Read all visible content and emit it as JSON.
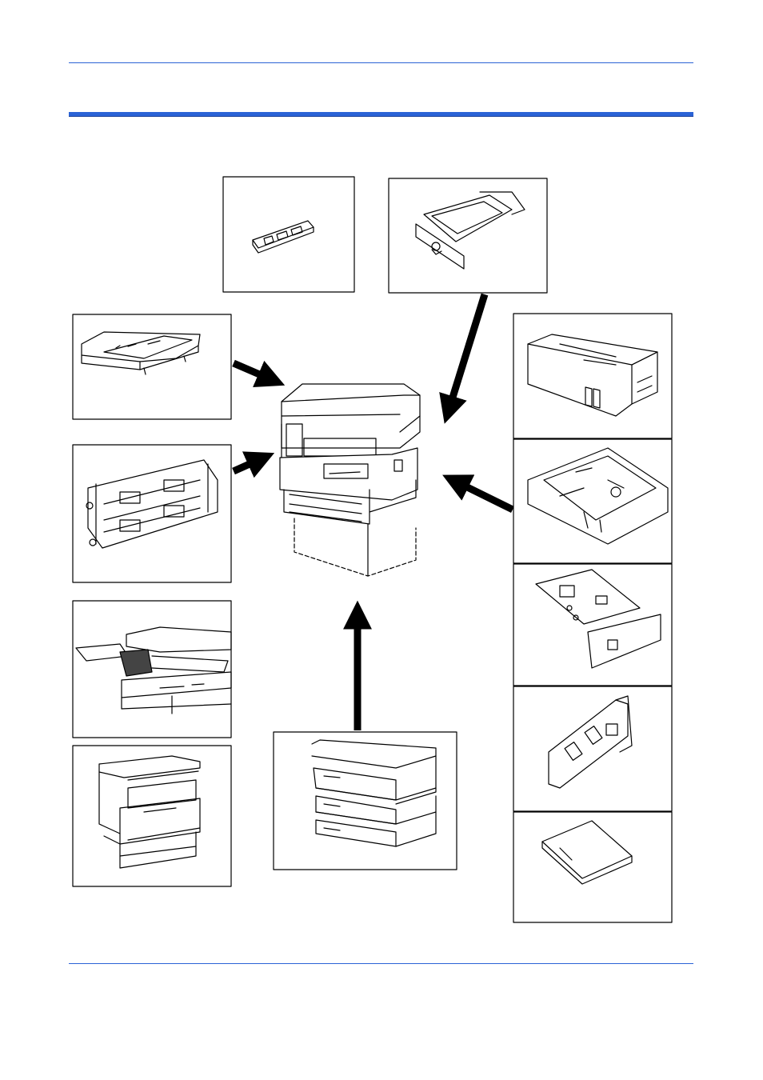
{
  "colors": {
    "accent": "#2b63d6",
    "accent_dark": "#1a3f99",
    "line": "#000000"
  },
  "diagram": {
    "center": {
      "icon": "copier-main-unit-icon"
    },
    "options": [
      {
        "id": "memory-module",
        "icon": "memory-dimm-icon"
      },
      {
        "id": "hard-disk-unit",
        "icon": "hard-disk-icon"
      },
      {
        "id": "document-processor",
        "icon": "document-processor-icon"
      },
      {
        "id": "duplex-unit",
        "icon": "duplex-unit-icon"
      },
      {
        "id": "job-separator",
        "icon": "job-separator-icon"
      },
      {
        "id": "copier-with-fax",
        "icon": "copier-icon"
      },
      {
        "id": "paper-feeders",
        "icon": "paper-feeder-icon"
      },
      {
        "id": "fax-kit",
        "icon": "fax-kit-icon"
      },
      {
        "id": "printer-board",
        "icon": "printer-board-icon"
      },
      {
        "id": "network-interface-card",
        "icon": "network-card-icon"
      },
      {
        "id": "scanner-board",
        "icon": "scanner-board-icon"
      },
      {
        "id": "compactflash-card",
        "icon": "compactflash-card-icon"
      }
    ]
  }
}
